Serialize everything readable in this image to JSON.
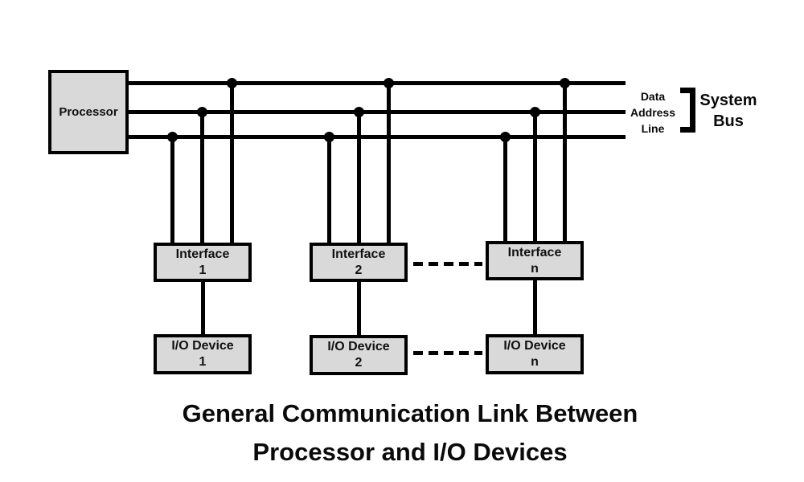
{
  "diagram": {
    "processor": {
      "label": "Processor"
    },
    "bus": {
      "labels": [
        "Data",
        "Address",
        "Line"
      ],
      "name_line1": "System",
      "name_line2": "Bus"
    },
    "columns": [
      {
        "interface_title": "Interface",
        "interface_index": "1",
        "device_title": "I/O Device",
        "device_index": "1"
      },
      {
        "interface_title": "Interface",
        "interface_index": "2",
        "device_title": "I/O Device",
        "device_index": "2"
      },
      {
        "interface_title": "Interface",
        "interface_index": "n",
        "device_title": "I/O Device",
        "device_index": "n"
      }
    ],
    "caption_line1": "General Communication Link Between",
    "caption_line2": "Processor and I/O Devices",
    "colors": {
      "box_fill": "#d9d9d9",
      "stroke": "#000000",
      "background": "#ffffff"
    }
  }
}
